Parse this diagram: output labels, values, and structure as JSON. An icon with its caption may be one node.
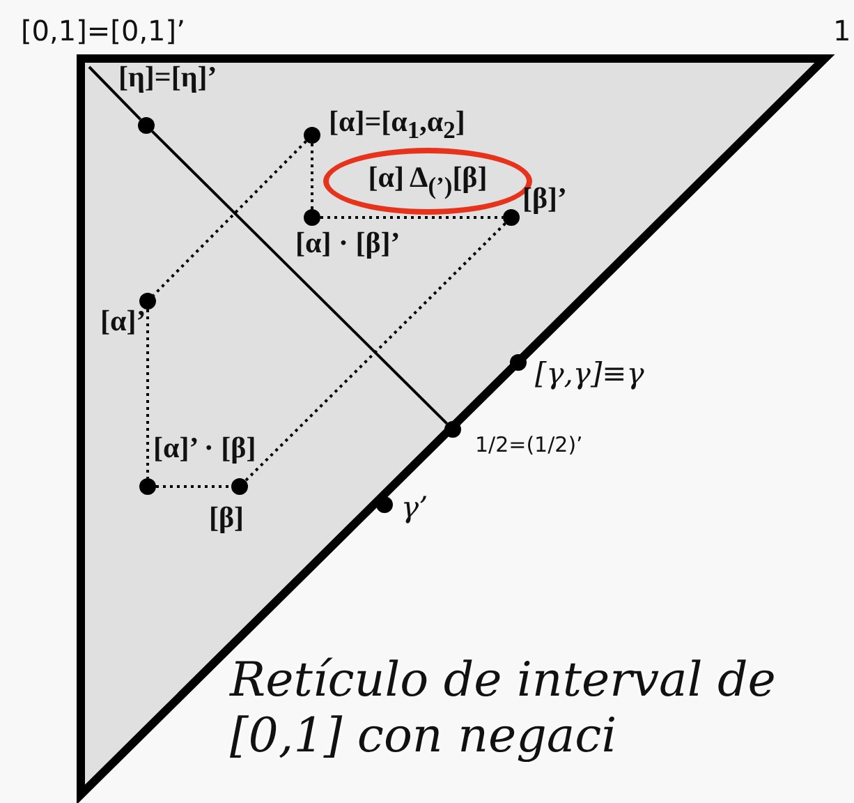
{
  "diagram": {
    "caption": "Retículo de interval de [0,1] con negaci",
    "nodes": [
      {
        "text": [
          "[0,1]=[0,1]’"
        ]
      },
      {
        "text": [
          "[η]=[η]’"
        ]
      },
      {
        "text": [
          "[α]=[α$_{1}$,α$_{2}$]"
        ]
      },
      {
        "text": [
          "[α] Δ$_{(’)}$[β]"
        ]
      },
      {
        "text": [
          "[β]’"
        ]
      },
      {
        "text": [
          "[α] · [β]’"
        ]
      },
      {
        "text": [
          "[α]’"
        ]
      },
      {
        "text": [
          "[γ,γ]≡γ"
        ]
      },
      {
        "text": [
          "1/2=(1/2)’"
        ]
      },
      {
        "text": [
          "[α]’ · [β]"
        ]
      },
      {
        "text": [
          "[β]"
        ]
      },
      {
        "text": [
          "γ’"
        ]
      }
    ],
    "edges": [
      {
        "from": 0,
        "to": 1,
        "arrow": "none"
      },
      {
        "from": 1,
        "to": 8,
        "arrow": "none"
      },
      {
        "from": 2,
        "to": 5,
        "arrow": "none",
        "style": "dashed"
      },
      {
        "from": 5,
        "to": 4,
        "arrow": "none",
        "style": "dashed"
      },
      {
        "from": 4,
        "to": 10,
        "arrow": "none",
        "style": "dashed"
      },
      {
        "from": 2,
        "to": 6,
        "arrow": "none",
        "style": "dashed"
      },
      {
        "from": 6,
        "to": 9,
        "arrow": "none",
        "style": "dashed"
      },
      {
        "from": 9,
        "to": 10,
        "arrow": "none",
        "style": "dashed"
      }
    ],
    "labels": [
      "1"
    ]
  }
}
